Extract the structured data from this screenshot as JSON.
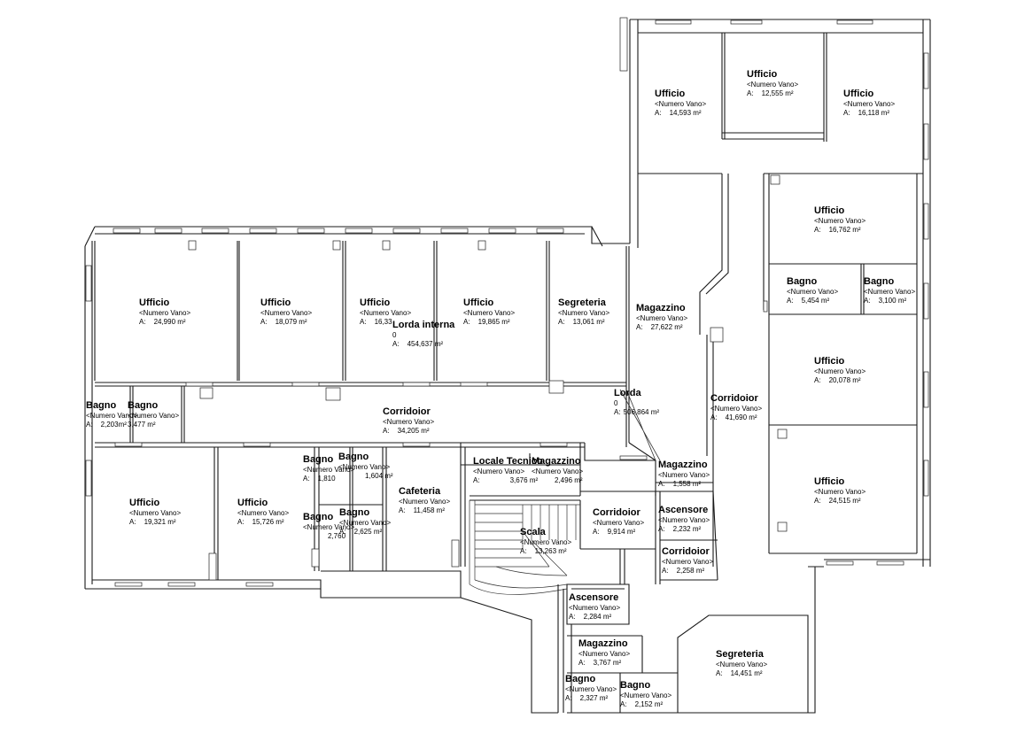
{
  "plan": {
    "area_prefix": "A:",
    "area_unit": "m²",
    "rooms": [
      {
        "name": "Ufficio",
        "tag": "<Numero Vano>",
        "area": "14,593"
      },
      {
        "name": "Ufficio",
        "tag": "<Numero Vano>",
        "area": "12,555"
      },
      {
        "name": "Ufficio",
        "tag": "<Numero Vano>",
        "area": "16,118"
      },
      {
        "name": "Ufficio",
        "tag": "<Numero Vano>",
        "area": "16,762"
      },
      {
        "name": "Bagno",
        "tag": "<Numero Vano>",
        "area": "5,454"
      },
      {
        "name": "Bagno",
        "tag": "<Numero Vano>",
        "area": "3,100"
      },
      {
        "name": "Ufficio",
        "tag": "<Numero Vano>",
        "area": "20,078"
      },
      {
        "name": "Ufficio",
        "tag": "<Numero Vano>",
        "area": "24,515"
      },
      {
        "name": "Ufficio",
        "tag": "<Numero Vano>",
        "area": "24,990"
      },
      {
        "name": "Ufficio",
        "tag": "<Numero Vano>",
        "area": "18,079"
      },
      {
        "name": "Ufficio",
        "tag": "<Numero Vano>",
        "area": "16,33"
      },
      {
        "name": "Ufficio",
        "tag": "<Numero Vano>",
        "area": "19,865"
      },
      {
        "name": "Segreteria",
        "tag": "<Numero Vano>",
        "area": "13,061"
      },
      {
        "name": "Magazzino",
        "tag": "<Numero Vano>",
        "area": "27,622"
      },
      {
        "name": "Bagno",
        "tag": "<Numero Vano>",
        "area": "2,203"
      },
      {
        "name": "Bagno",
        "tag": "<Numero Vano>",
        "area": "3,477"
      },
      {
        "name": "Corridoior",
        "tag": "<Numero Vano>",
        "area": "34,205"
      },
      {
        "name": "Corridoior",
        "tag": "<Numero Vano>",
        "area": "41,690"
      },
      {
        "name": "Ufficio",
        "tag": "<Numero Vano>",
        "area": "19,321"
      },
      {
        "name": "Ufficio",
        "tag": "<Numero Vano>",
        "area": "15,726"
      },
      {
        "name": "Bagno",
        "tag": "<Numero Vano>",
        "area": "1,810"
      },
      {
        "name": "Bagno",
        "tag": "<Numero Vano>",
        "area": "1,604"
      },
      {
        "name": "Bagno",
        "tag": "<Numero Vano>",
        "area": "2,760"
      },
      {
        "name": "Bagno",
        "tag": "<Numero Vano>",
        "area": "2,625"
      },
      {
        "name": "Cafeteria",
        "tag": "<Numero Vano>",
        "area": "11,458"
      },
      {
        "name": "Locale Tecnico",
        "tag": "<Numero Vano>",
        "area": "3,676"
      },
      {
        "name": "Magazzino",
        "tag": "<Numero Vano>",
        "area": "2,496"
      },
      {
        "name": "Magazzino",
        "tag": "<Numero Vano>",
        "area": "1,558"
      },
      {
        "name": "Corridoior",
        "tag": "<Numero Vano>",
        "area": "9,914"
      },
      {
        "name": "Ascensore",
        "tag": "<Numero Vano>",
        "area": "2,232"
      },
      {
        "name": "Corridoior",
        "tag": "<Numero Vano>",
        "area": "2,258"
      },
      {
        "name": "Scala",
        "tag": "<Numero Vano>",
        "area": "13,263"
      },
      {
        "name": "Ascensore",
        "tag": "<Numero Vano>",
        "area": "2,284"
      },
      {
        "name": "Magazzino",
        "tag": "<Numero Vano>",
        "area": "3,767"
      },
      {
        "name": "Segreteria",
        "tag": "<Numero Vano>",
        "area": "14,451"
      },
      {
        "name": "Bagno",
        "tag": "<Numero Vano>",
        "area": "2,327"
      },
      {
        "name": "Bagno",
        "tag": "<Numero Vano>",
        "area": "2,152"
      }
    ],
    "totals": [
      {
        "name": "Lorda interna",
        "value": "0",
        "area": "454,637"
      },
      {
        "name": "Lorda",
        "value": "0",
        "area": "506,864"
      }
    ]
  }
}
